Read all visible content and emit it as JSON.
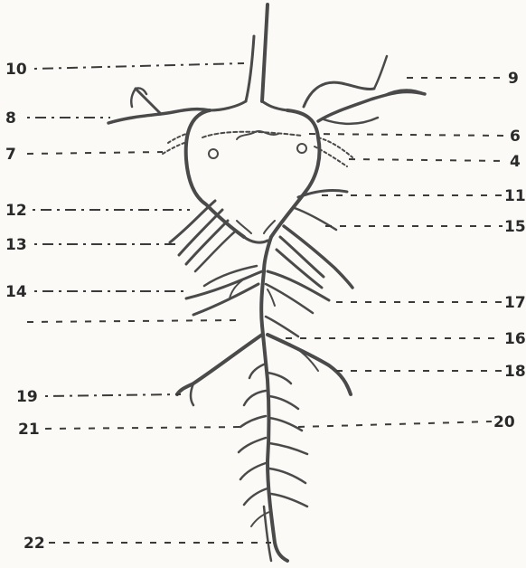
{
  "labels": {
    "l1": "10",
    "l2": "8",
    "l3": "7",
    "l4": "12",
    "l5": "13",
    "l6": "14",
    "l7": "19",
    "l8": "21",
    "l9": "22",
    "r1": "9",
    "r2": "6",
    "r3": "4",
    "r4": "11",
    "r5": "15",
    "r6": "17",
    "r7": "16",
    "r8": "18",
    "r9": "20"
  }
}
